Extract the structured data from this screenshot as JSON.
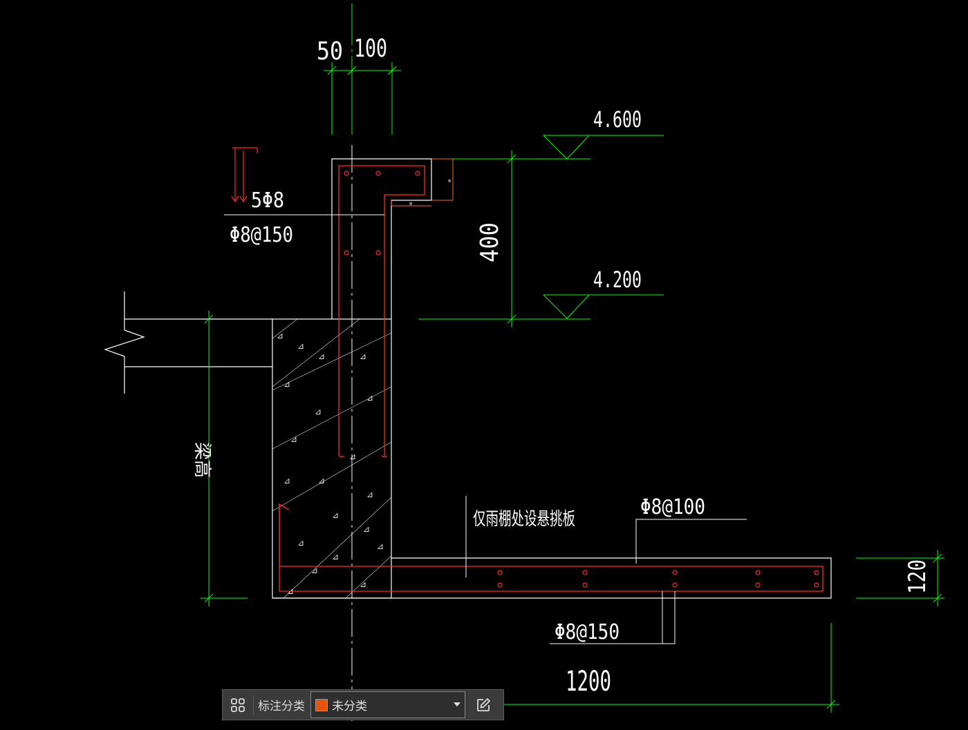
{
  "drawing": {
    "dim_50": "50",
    "dim_100": "100",
    "elev_top": "4.600",
    "elev_bottom": "4.200",
    "dim_400": "400",
    "rebar_top_long": "5Φ8",
    "rebar_top_stirrup": "Φ8@150",
    "beam_height_label": "梁高",
    "note_canopy": "仅雨棚处设悬挑板",
    "rebar_slab_top": "Φ8@100",
    "rebar_slab_bottom": "Φ8@150",
    "dim_120": "120",
    "dim_1200": "1200"
  },
  "colors": {
    "background": "#000000",
    "outline": "#ffffff",
    "dimension": "#00ff00",
    "rebar": "#ff2a2a",
    "accent_swatch": "#e8540c"
  },
  "toolbar": {
    "grid_icon": "grid-icon",
    "label": "标注分类",
    "category_value": "未分类",
    "edit_icon": "edit-icon"
  }
}
